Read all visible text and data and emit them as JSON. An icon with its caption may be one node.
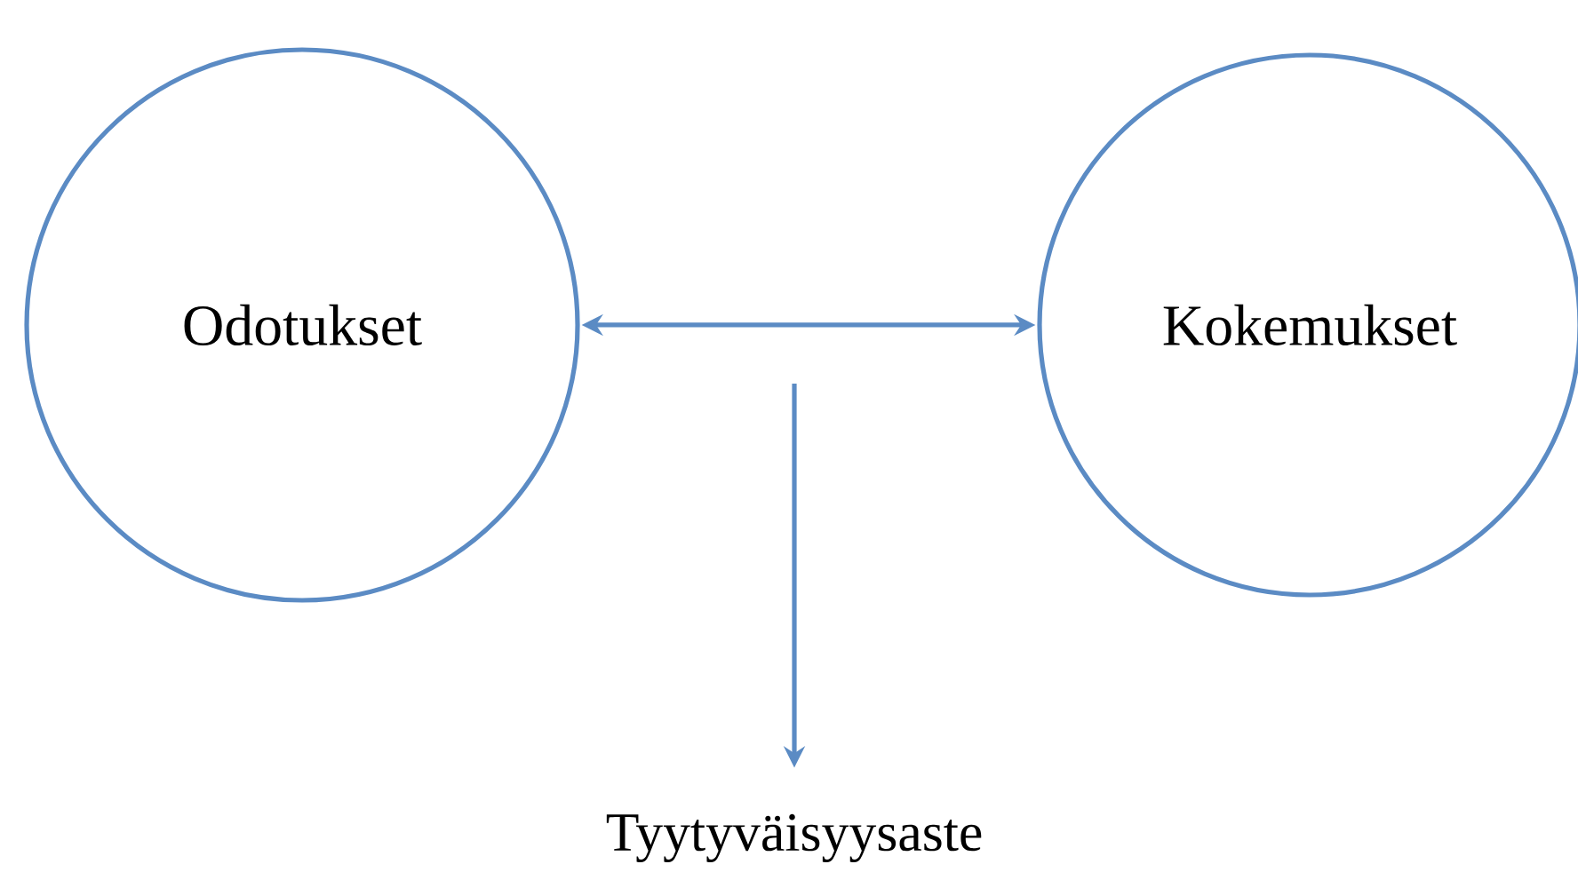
{
  "diagram": {
    "nodes": [
      {
        "text": [
          "Odotukset"
        ]
      },
      {
        "text": [
          "Kokemukset"
        ]
      },
      {
        "text": [
          "Tyytyväisyysaste"
        ]
      }
    ],
    "edges": [
      {
        "from": 0,
        "to": 1,
        "arrow": "both"
      },
      {
        "from": null,
        "to": 2,
        "arrow": "to"
      }
    ]
  }
}
